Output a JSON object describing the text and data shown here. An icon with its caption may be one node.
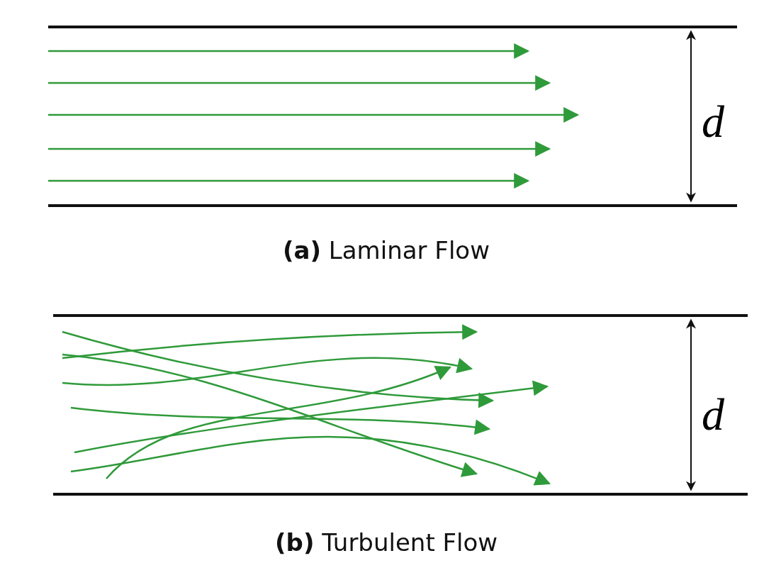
{
  "diagram": {
    "labels": [
      "d",
      "**(a)** Laminar Flow",
      "d",
      "**(b)** Turbulent Flow"
    ]
  }
}
